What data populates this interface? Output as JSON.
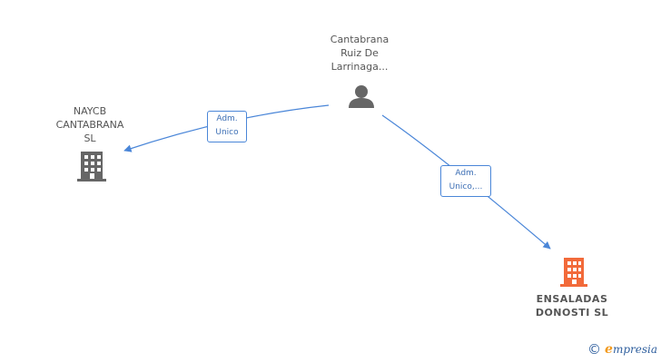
{
  "nodes": {
    "person": {
      "label": "Cantabrana\nRuiz De\nLarrinaga...",
      "icon": "person-icon",
      "color": "#666666"
    },
    "company_left": {
      "label": "NAYCB\nCANTABRANA\nSL",
      "icon": "building-icon",
      "color": "#666666"
    },
    "company_right": {
      "label": "ENSALADAS\nDONOSTI SL",
      "icon": "building-icon",
      "color": "#f26a3a"
    }
  },
  "edges": {
    "to_left": {
      "label": "Adm.\nUnico"
    },
    "to_right": {
      "label": "Adm.\nUnico,..."
    }
  },
  "colors": {
    "edge": "#4a86d8",
    "accent_company": "#f26a3a",
    "neutral": "#666666"
  },
  "footer": {
    "copyright_symbol": "©",
    "brand_first": "e",
    "brand_rest": "mpresia"
  }
}
